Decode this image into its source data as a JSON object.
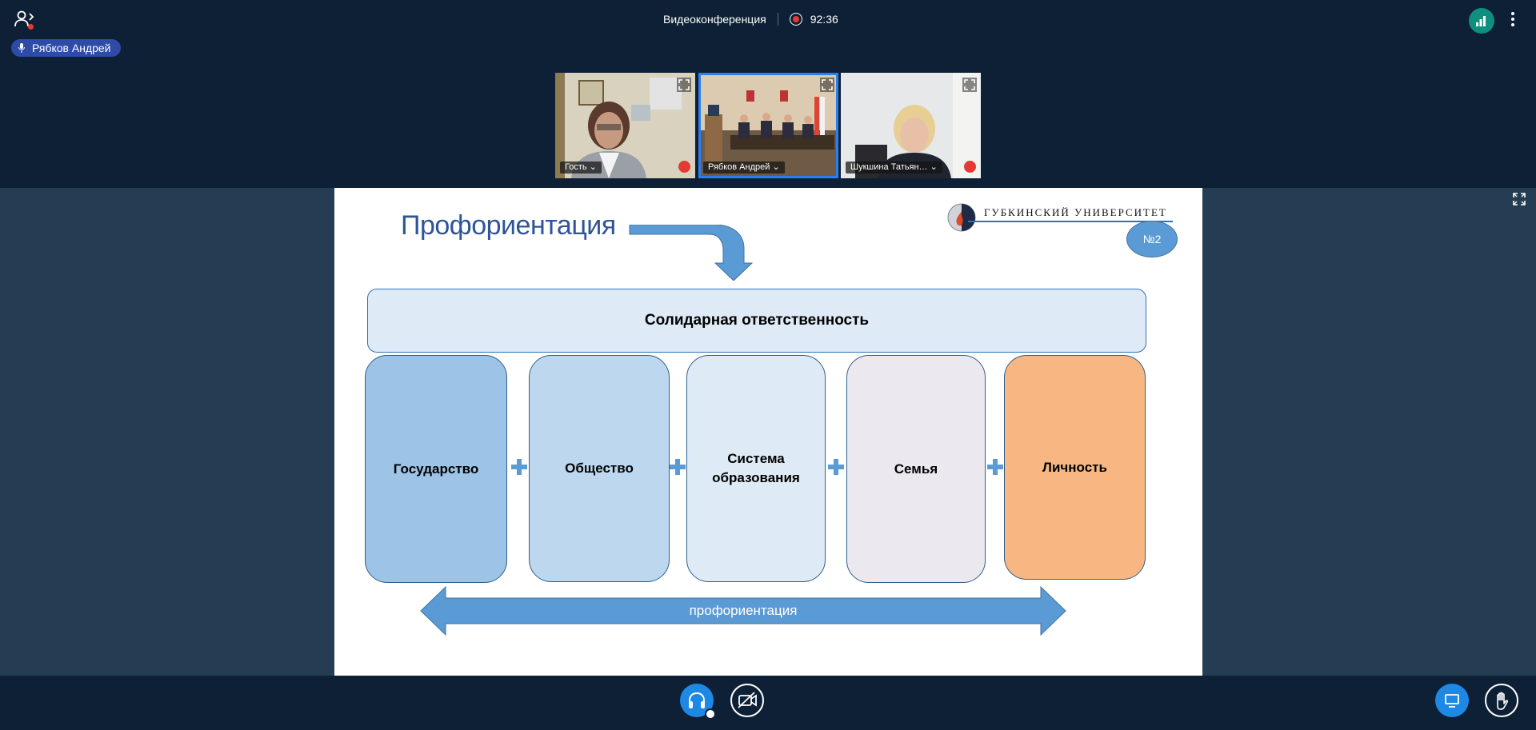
{
  "header": {
    "title": "Видеоконференция",
    "timer": "92:36",
    "presenter": "Рябков Андрей"
  },
  "participants": [
    {
      "name": "Гость",
      "muted": true
    },
    {
      "name": "Рябков Андрей",
      "active": true
    },
    {
      "name": "Шукшина Татьян…",
      "muted": true
    }
  ],
  "slide": {
    "title": "Профориентация",
    "logo_text": "ГУБКИНСКИЙ УНИВЕРСИТЕТ",
    "badge": "№2",
    "banner": "Солидарная ответственность",
    "columns": [
      "Государство",
      "Общество",
      "Система образования",
      "Семья",
      "Личность"
    ],
    "arrow_label": "профориентация"
  },
  "colors": {
    "background": "#0d2035",
    "stage": "#243d52",
    "accent": "#1e88e5",
    "column_fills": [
      "#9dc3e6",
      "#bdd7ee",
      "#deeaf6",
      "#ebe8f0",
      "#f8b782"
    ],
    "slide_title": "#2f5597"
  },
  "icons": [
    "users-icon",
    "mic-icon",
    "record-icon",
    "signal-icon",
    "more-icon",
    "fullscreen-icon",
    "mic-off-icon",
    "headphones-icon",
    "camera-off-icon",
    "screen-share-icon",
    "raise-hand-icon"
  ]
}
